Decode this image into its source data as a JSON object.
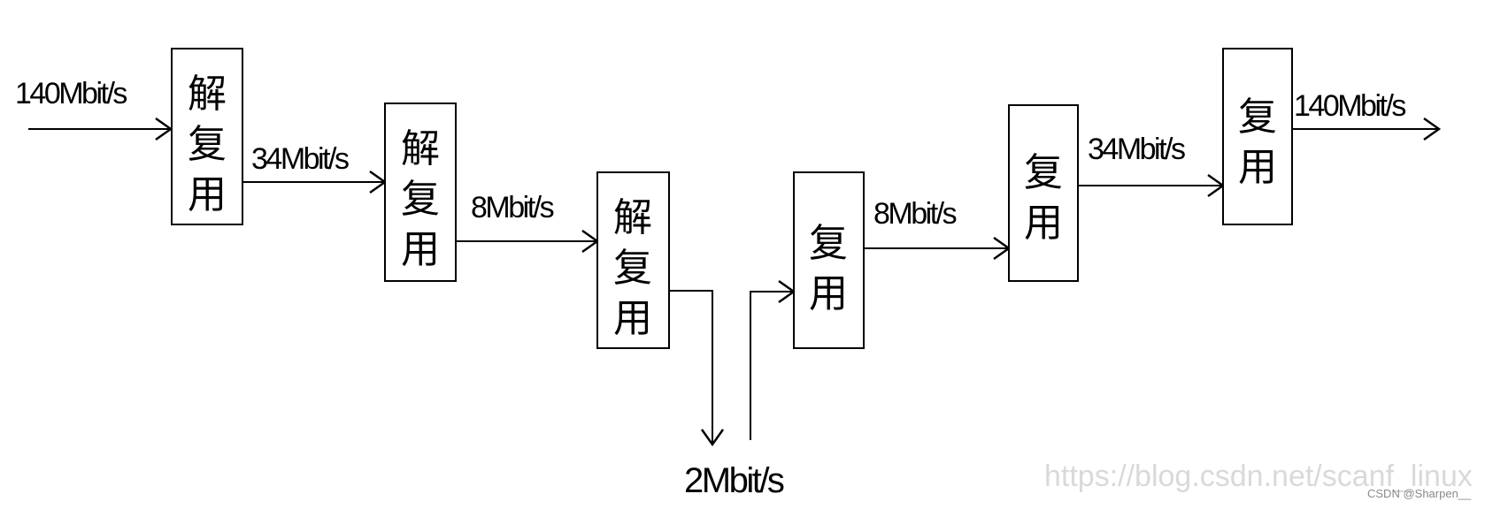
{
  "blocks": {
    "demux_140_34": {
      "lines": [
        "解",
        "复",
        "用"
      ]
    },
    "demux_34_8": {
      "lines": [
        "解",
        "复",
        "用"
      ]
    },
    "demux_8_2": {
      "lines": [
        "解",
        "复",
        "用"
      ]
    },
    "mux_2_8": {
      "lines": [
        "复",
        "用"
      ]
    },
    "mux_8_34": {
      "lines": [
        "复",
        "用"
      ]
    },
    "mux_34_140": {
      "lines": [
        "复",
        "用"
      ]
    }
  },
  "rates": {
    "input_140": "140Mbit/s",
    "link_34_in": "34Mbit/s",
    "link_8_in": "8Mbit/s",
    "base_2": "2Mbit/s",
    "link_8_out": "8Mbit/s",
    "link_34_out": "34Mbit/s",
    "output_140": "140Mbit/s"
  },
  "watermark": {
    "url": "https://blog.csdn.net/scanf_linux",
    "credit": "CSDN @Sharpen__"
  }
}
